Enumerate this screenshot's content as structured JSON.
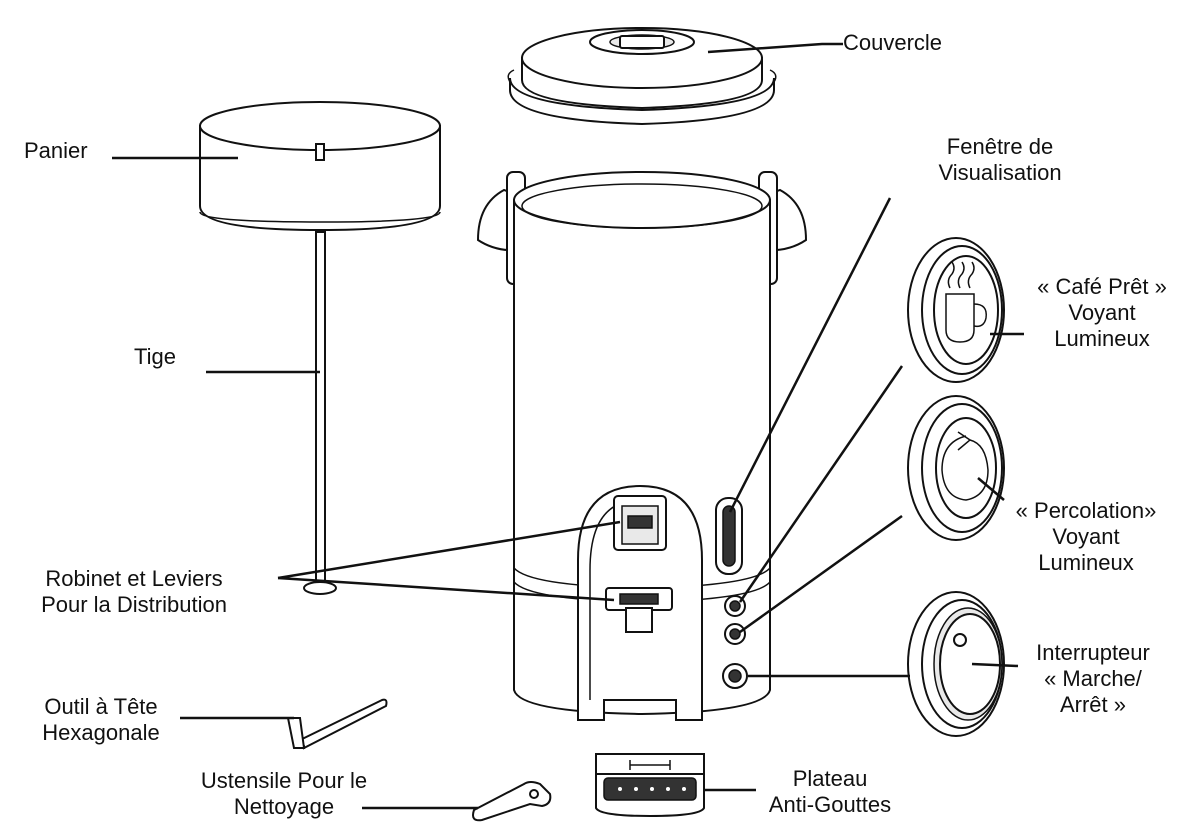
{
  "labels": {
    "couvercle": "Couvercle",
    "panier": "Panier",
    "fenetre_1": "Fenêtre de",
    "fenetre_2": "Visualisation",
    "cafe_pret_1": "« Café Prêt »",
    "cafe_pret_2": "Voyant",
    "cafe_pret_3": "Lumineux",
    "tige": "Tige",
    "percolation_1": "« Percolation»",
    "percolation_2": "Voyant",
    "percolation_3": "Lumineux",
    "robinet_1": "Robinet et Leviers",
    "robinet_2": "Pour la Distribution",
    "interrupteur_1": "Interrupteur",
    "interrupteur_2": "« Marche/",
    "interrupteur_3": "Arrêt »",
    "outil_1": "Outil à Tête",
    "outil_2": "Hexagonale",
    "ustensile_1": "Ustensile Pour le",
    "ustensile_2": "Nettoyage",
    "plateau_1": "Plateau",
    "plateau_2": "Anti-Gouttes"
  }
}
